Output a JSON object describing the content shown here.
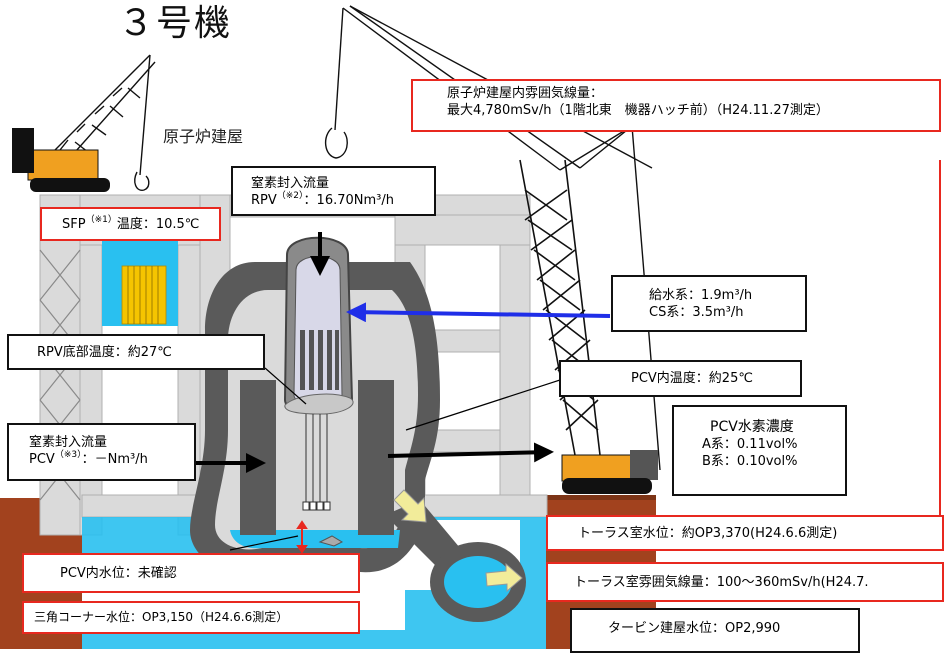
{
  "title": "３号機",
  "building_label": "原子炉建屋",
  "callouts": {
    "reactor_building_dose": {
      "line1": "原子炉建屋内雰囲気線量：",
      "line2": "最大4,780mSv/h（1階北東　機器ハッチ前）（H24.11.27測定）"
    },
    "sfp_temp": {
      "prefix": "SFP",
      "sup": "（※1）",
      "suffix": "温度：10.5℃"
    },
    "nitrogen_rpv": {
      "line1": "窒素封入流量",
      "prefix": "RPV",
      "sup": "（※2）",
      "suffix": "：16.70Nm³/h"
    },
    "feedwater": {
      "line1": "給水系：1.9m³/h",
      "line2": "CS系：3.5m³/h"
    },
    "rpv_bottom_temp": {
      "text": "RPV底部温度：約27℃"
    },
    "pcv_temp": {
      "text": "PCV内温度：約25℃"
    },
    "nitrogen_pcv": {
      "line1": "窒素封入流量",
      "prefix": "PCV",
      "sup": "（※3）",
      "suffix": "：－Nm³/h"
    },
    "pcv_hydrogen": {
      "line1": "PCV水素濃度",
      "line2": "A系：0.11vol%",
      "line3": "B系：0.10vol%"
    },
    "torus_water": {
      "text": "トーラス室水位：約OP3,370(H24.6.6測定)"
    },
    "pcv_water": {
      "text": "PCV内水位：未確認"
    },
    "torus_dose": {
      "text": "トーラス室雰囲気線量：100～360mSv/h(H24.7."
    },
    "corner_water": {
      "text": "三角コーナー水位：OP3,150（H24.6.6測定）"
    },
    "turbine_water": {
      "text": "タービン建屋水位：OP2,990"
    }
  },
  "colors": {
    "red_border": "#e8281f",
    "blue_water": "#29c0f0",
    "concrete": "#5a5a5a",
    "crane": "#111111",
    "crane_cab": "#f0a020",
    "ground": "#a2421e"
  }
}
